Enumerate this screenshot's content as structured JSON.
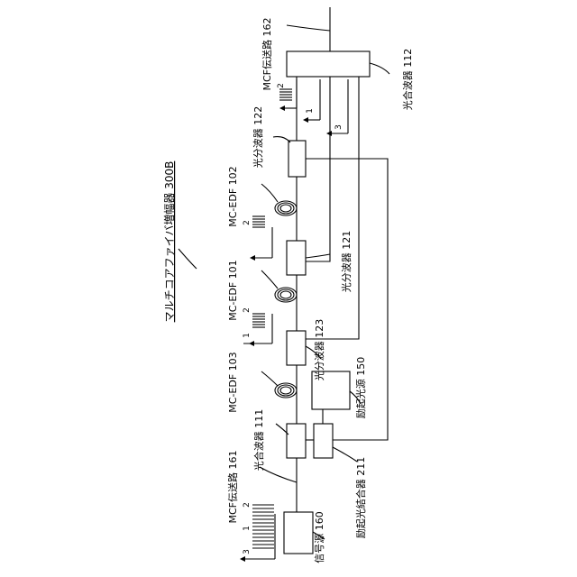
{
  "title": "マルチコアファイバ増幅器 300B",
  "components": {
    "mcf_161": "MCF伝送路 161",
    "mcf_162": "MCF伝送路 162",
    "signal_source": "信号源 160",
    "combiner_111": "光合波器 111",
    "combiner_112": "光合波器 112",
    "pump_coupler": "励起光結合器 211",
    "pump_source": "励起光源 150",
    "edf_103": "MC-EDF 103",
    "edf_101": "MC-EDF 101",
    "edf_102": "MC-EDF 102",
    "splitter_123": "光分波器 123",
    "splitter_121": "光分波器 121",
    "splitter_122": "光分波器 122"
  },
  "channels": {
    "ch1": "1",
    "ch2": "2",
    "ch3": "3"
  }
}
